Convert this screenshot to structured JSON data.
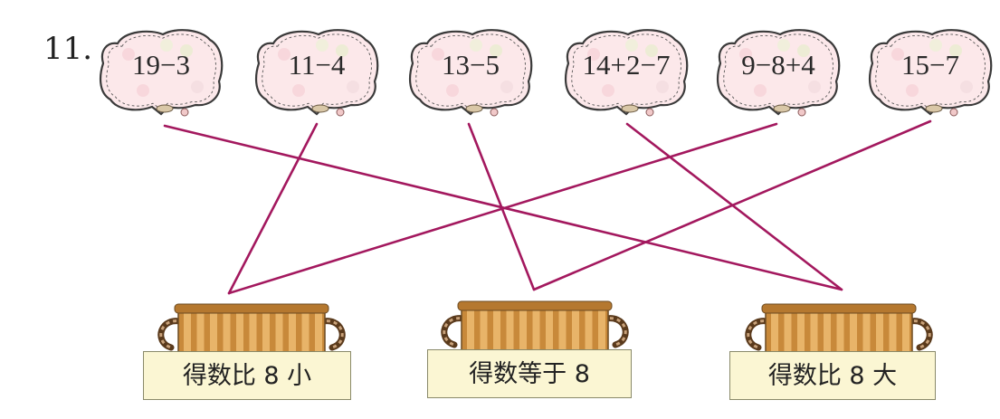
{
  "problem_number": "11.",
  "expressions": [
    "19−3",
    "11−4",
    "13−5",
    "14+2−7",
    "9−8+4",
    "15−7"
  ],
  "baskets": [
    "得数比 8 小",
    "得数等于 8",
    "得数比 8 大"
  ],
  "connections": [
    {
      "from": "19−3",
      "to": "得数比 8 大"
    },
    {
      "from": "11−4",
      "to": "得数比 8 小"
    },
    {
      "from": "13−5",
      "to": "得数等于 8"
    },
    {
      "from": "14+2−7",
      "to": "得数比 8 大"
    },
    {
      "from": "9−8+4",
      "to": "得数比 8 小"
    },
    {
      "from": "15−7",
      "to": "得数等于 8"
    }
  ],
  "colors": {
    "line": "#a3185e",
    "cloud_fill": "#fce8ea",
    "basket_body": "#c8893a",
    "label_bg": "#fbf6d3"
  }
}
